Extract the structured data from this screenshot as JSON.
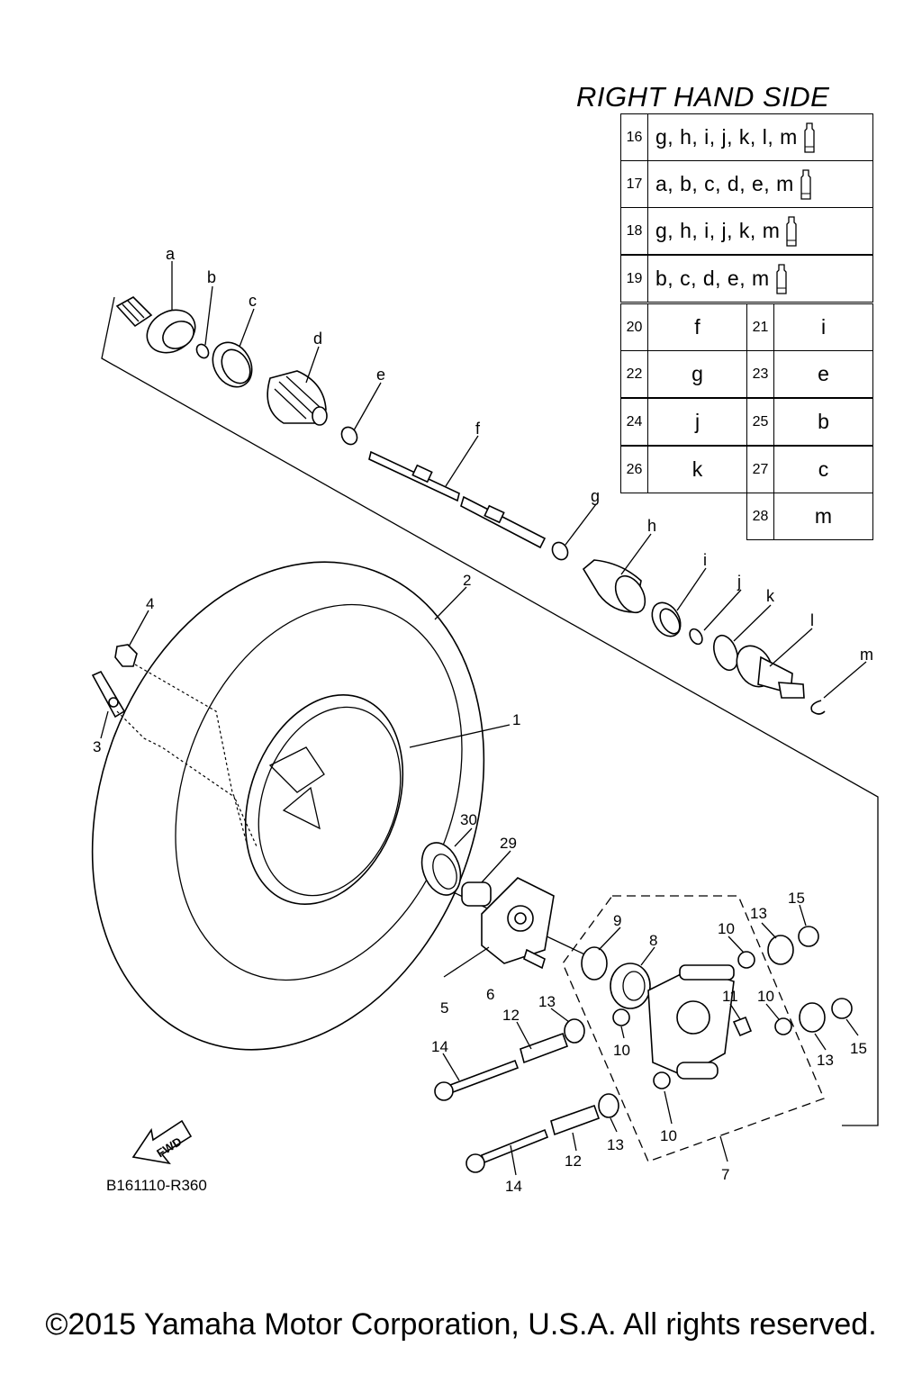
{
  "header": {
    "title": "RIGHT HAND SIDE"
  },
  "table": {
    "kit_rows": [
      {
        "no": "16",
        "parts": "g, h, i, j, k, l, m"
      },
      {
        "no": "17",
        "parts": "a, b, c, d, e, m"
      },
      {
        "no": "18",
        "parts": "g, h, i, j, k, m"
      },
      {
        "no": "19",
        "parts": "b, c, d, e, m"
      }
    ],
    "pair_rows": [
      {
        "no1": "20",
        "v1": "f",
        "no2": "21",
        "v2": "i"
      },
      {
        "no1": "22",
        "v1": "g",
        "no2": "23",
        "v2": "e"
      },
      {
        "no1": "24",
        "v1": "j",
        "no2": "25",
        "v2": "b"
      },
      {
        "no1": "26",
        "v1": "k",
        "no2": "27",
        "v2": "c"
      }
    ],
    "last_row": {
      "no": "28",
      "v": "m"
    },
    "grease_icon": "grease-tube-icon"
  },
  "letters": [
    "a",
    "b",
    "c",
    "d",
    "e",
    "f",
    "g",
    "h",
    "i",
    "j",
    "k",
    "l",
    "m"
  ],
  "numbers": {
    "n1": "1",
    "n2": "2",
    "n3": "3",
    "n4": "4",
    "n5": "5",
    "n6": "6",
    "n7": "7",
    "n8": "8",
    "n9": "9",
    "n10": "10",
    "n11": "11",
    "n12": "12",
    "n13": "13",
    "n14": "14",
    "n15": "15",
    "n29": "29",
    "n30": "30"
  },
  "fwd_badge": "FWD",
  "fwd_icon": "fwd-arrow-icon",
  "diagram_code": "B161110-R360",
  "copyright": "©2015 Yamaha Motor Corporation, U.S.A. All rights reserved."
}
